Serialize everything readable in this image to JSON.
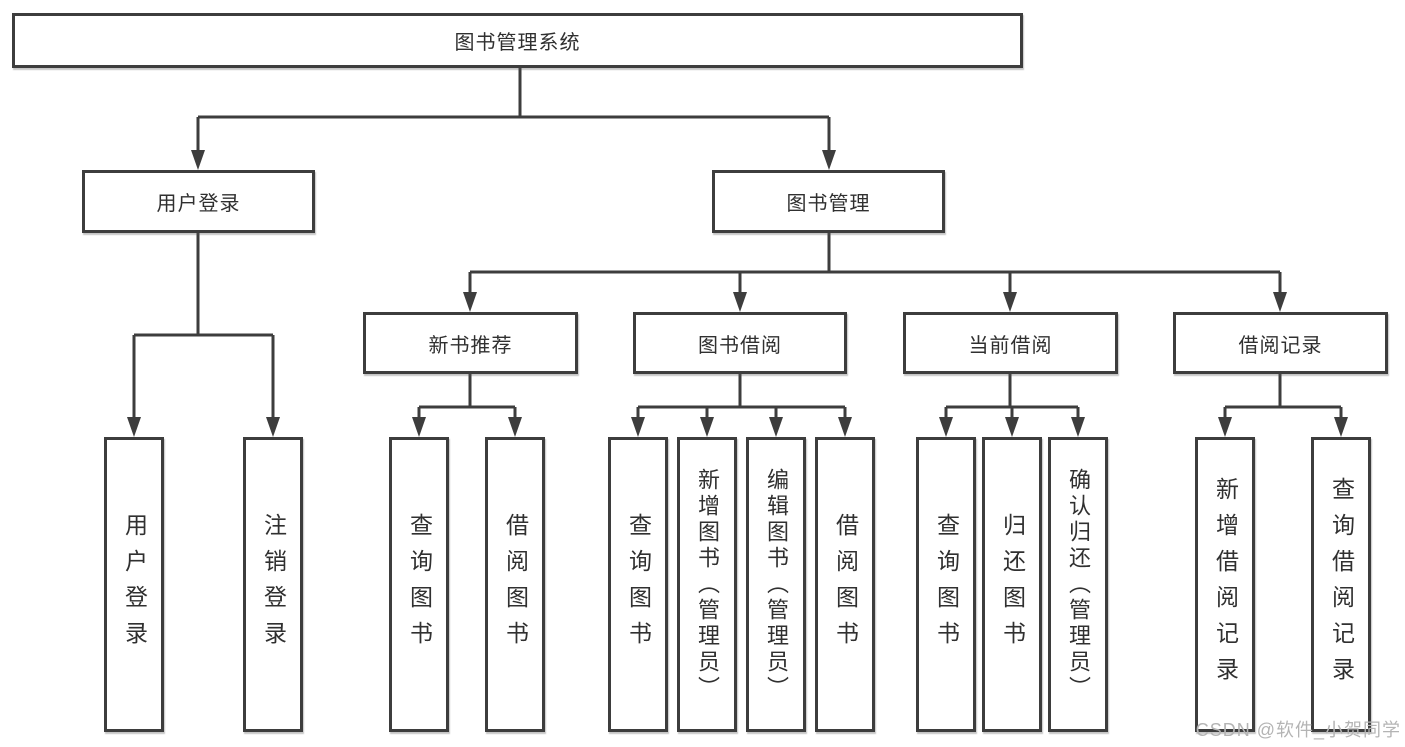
{
  "diagram_title": "图书管理系统",
  "tree": {
    "label": "图书管理系统",
    "children": [
      {
        "label": "用户登录",
        "children": [
          {
            "label": "用户登录"
          },
          {
            "label": "注销登录"
          }
        ]
      },
      {
        "label": "图书管理",
        "children": [
          {
            "label": "新书推荐",
            "children": [
              {
                "label": "查询图书"
              },
              {
                "label": "借阅图书"
              }
            ]
          },
          {
            "label": "图书借阅",
            "children": [
              {
                "label": "查询图书"
              },
              {
                "label": "新增图书（管理员）"
              },
              {
                "label": "编辑图书（管理员）"
              },
              {
                "label": "借阅图书"
              }
            ]
          },
          {
            "label": "当前借阅",
            "children": [
              {
                "label": "查询图书"
              },
              {
                "label": "归还图书"
              },
              {
                "label": "确认归还（管理员）"
              }
            ]
          },
          {
            "label": "借阅记录",
            "children": [
              {
                "label": "新增借阅记录"
              },
              {
                "label": "查询借阅记录"
              }
            ]
          }
        ]
      }
    ]
  },
  "watermark": {
    "text": "CSDN @软件_小贺同学",
    "color": "#b4b4b4"
  },
  "colors": {
    "line": "#3d3d3d",
    "box_border": "#3d3d3d",
    "text": "#303030",
    "background": "#ffffff"
  }
}
